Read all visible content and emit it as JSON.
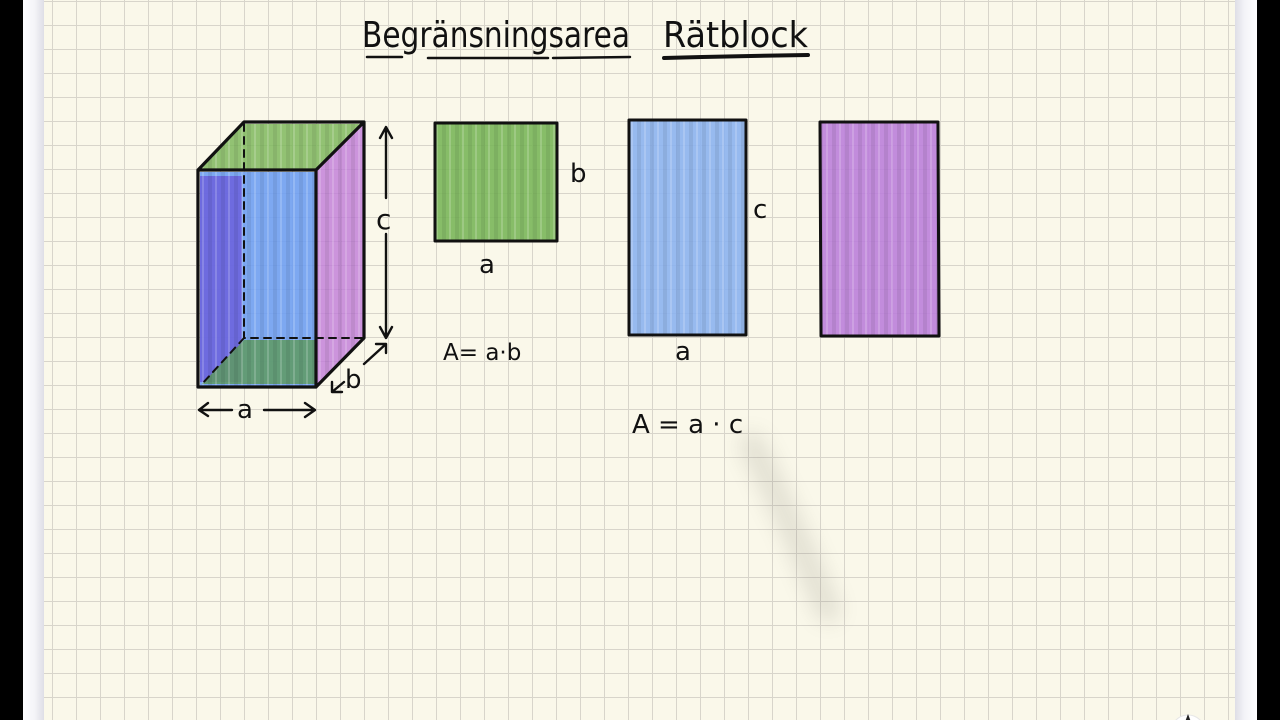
{
  "page": {
    "title_words": [
      "Begränsningsarea",
      "Rätblock"
    ]
  },
  "cuboid": {
    "label_a": "a",
    "label_b": "b",
    "label_c": "c",
    "colors": {
      "top": "#7fb85e",
      "front": "#6f9ff2",
      "left": "#6a57d8",
      "side": "#c07ad8",
      "bottom": "#5e9a62"
    }
  },
  "faces": {
    "top": {
      "label_width": "a",
      "label_depth": "b",
      "formula": "A= a·b",
      "color": "#7ab65a"
    },
    "front": {
      "label_width": "a",
      "label_height": "c",
      "formula": "A = a · c",
      "color": "#8cb2f0"
    },
    "side": {
      "color": "#bb80da"
    }
  }
}
